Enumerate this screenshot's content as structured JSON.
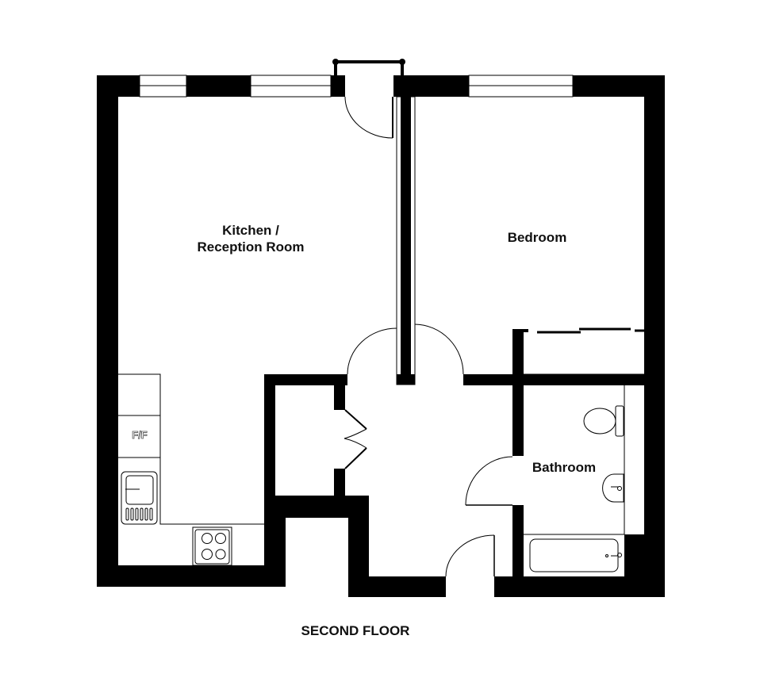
{
  "plan": {
    "floor_title": "SECOND FLOOR",
    "rooms": {
      "kitchen_line1": "Kitchen /",
      "kitchen_line2": "Reception Room",
      "bedroom": "Bedroom",
      "bathroom": "Bathroom"
    },
    "appliance_label": "F/F"
  }
}
